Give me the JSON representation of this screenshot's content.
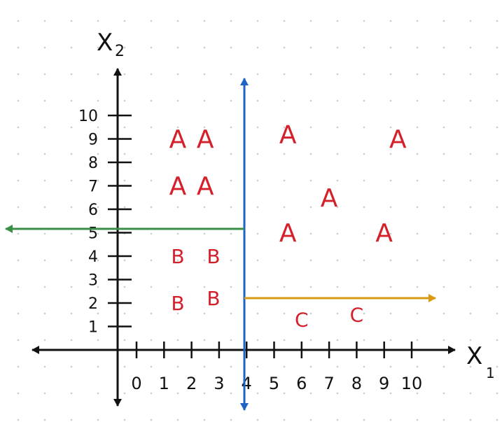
{
  "axes": {
    "x_label": "X",
    "x_subscript": "1",
    "y_label": "X",
    "y_subscript": "2",
    "x_ticks": [
      "0",
      "1",
      "2",
      "3",
      "4",
      "5",
      "6",
      "7",
      "8",
      "9",
      "10"
    ],
    "y_ticks": [
      "1",
      "2",
      "3",
      "4",
      "5",
      "6",
      "7",
      "8",
      "9",
      "10"
    ]
  },
  "colors": {
    "axis": "#111111",
    "points": "#d4202a",
    "split_vertical": "#1f63c6",
    "split_left": "#3a8f47",
    "split_right": "#d89a13"
  },
  "chart_data": {
    "type": "scatter",
    "xlim": [
      0,
      10
    ],
    "ylim": [
      0,
      10
    ],
    "points": [
      {
        "label": "A",
        "x": 1.5,
        "y": 9
      },
      {
        "label": "A",
        "x": 2.5,
        "y": 9
      },
      {
        "label": "A",
        "x": 1.5,
        "y": 7
      },
      {
        "label": "A",
        "x": 2.5,
        "y": 7
      },
      {
        "label": "A",
        "x": 5.5,
        "y": 9.2
      },
      {
        "label": "A",
        "x": 9.5,
        "y": 9
      },
      {
        "label": "A",
        "x": 7,
        "y": 6.5
      },
      {
        "label": "A",
        "x": 5.5,
        "y": 5
      },
      {
        "label": "A",
        "x": 9,
        "y": 5
      },
      {
        "label": "B",
        "x": 1.5,
        "y": 4
      },
      {
        "label": "B",
        "x": 2.8,
        "y": 4
      },
      {
        "label": "B",
        "x": 1.5,
        "y": 2
      },
      {
        "label": "B",
        "x": 2.8,
        "y": 2.2
      },
      {
        "label": "C",
        "x": 6,
        "y": 1.3
      },
      {
        "label": "C",
        "x": 8,
        "y": 1.5
      }
    ],
    "splits": [
      {
        "axis": "x1",
        "value": 4,
        "direction": "both"
      },
      {
        "axis": "x2",
        "value": 5,
        "region": "x1 < 4",
        "direction": "left"
      },
      {
        "axis": "x2",
        "value": 2.2,
        "region": "x1 > 4",
        "direction": "right"
      }
    ]
  }
}
